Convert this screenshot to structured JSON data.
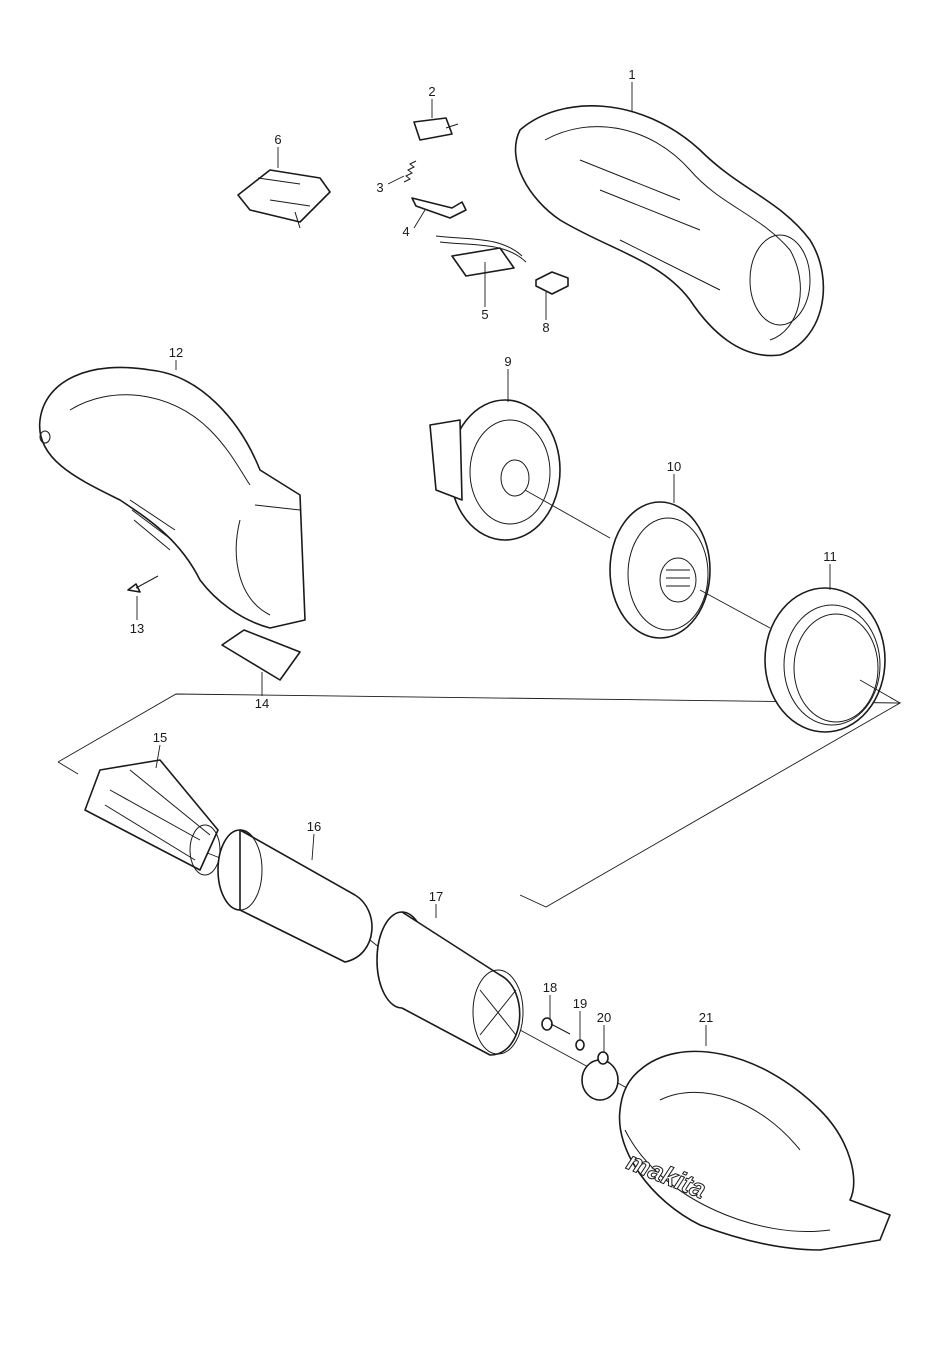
{
  "diagram": {
    "type": "exploded-parts-diagram",
    "part_numbers": [
      "1",
      "2",
      "3",
      "4",
      "5",
      "6",
      "8",
      "9",
      "10",
      "11",
      "12",
      "13",
      "14",
      "15",
      "16",
      "17",
      "18",
      "19",
      "20",
      "21"
    ],
    "brand_logo": "makita",
    "colors": {
      "line": "#1a1a1a",
      "background": "#ffffff"
    }
  }
}
